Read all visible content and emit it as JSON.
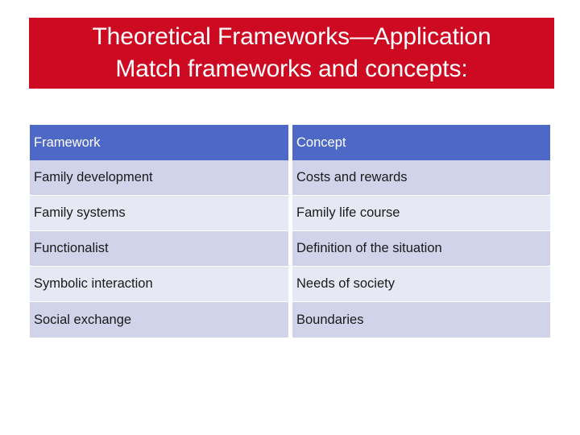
{
  "slide": {
    "background_color": "#ffffff",
    "title": {
      "background_color": "#ce0a23",
      "text_color": "#ffffff",
      "line1": "Theoretical Frameworks—Application",
      "line2": "Match frameworks and concepts:"
    },
    "table": {
      "header_color": "#4e68c8",
      "header_text_color": "#ffffff",
      "row_color_dark": "#d0d3ea",
      "row_color_light": "#e6e9f3",
      "columns": [
        "Framework",
        "Concept"
      ],
      "rows": [
        {
          "framework": "Family development",
          "concept": "Costs and rewards"
        },
        {
          "framework": "Family systems",
          "concept": "Family life course"
        },
        {
          "framework": "Functionalist",
          "concept": "Definition of the situation"
        },
        {
          "framework": "Symbolic interaction",
          "concept": "Needs of society"
        },
        {
          "framework": "Social exchange",
          "concept": "Boundaries"
        }
      ]
    }
  }
}
